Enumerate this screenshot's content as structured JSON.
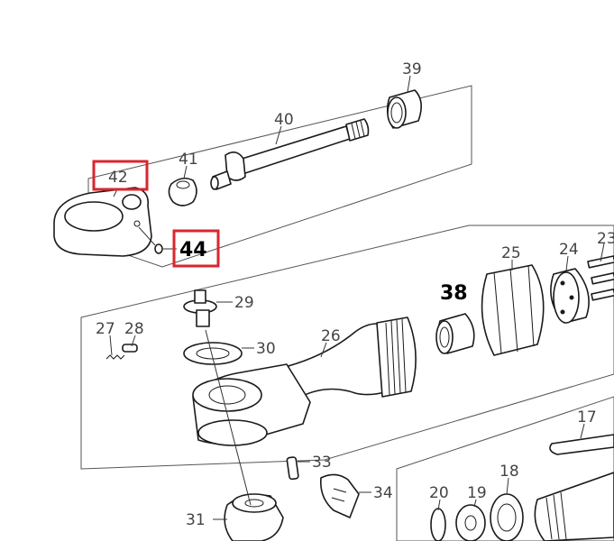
{
  "colors": {
    "highlight": "#d9262e",
    "ink": "#1a1a1a",
    "label": "#444444"
  },
  "callouts": {
    "p17": "17",
    "p18": "18",
    "p19": "19",
    "p20": "20",
    "p23": "23",
    "p24": "24",
    "p25": "25",
    "p26": "26",
    "p27": "27",
    "p28": "28",
    "p29": "29",
    "p30": "30",
    "p31": "31",
    "p33": "33",
    "p34": "34",
    "p38": "38",
    "p39": "39",
    "p40": "40",
    "p41": "41",
    "p42": "42",
    "p44": "44"
  }
}
